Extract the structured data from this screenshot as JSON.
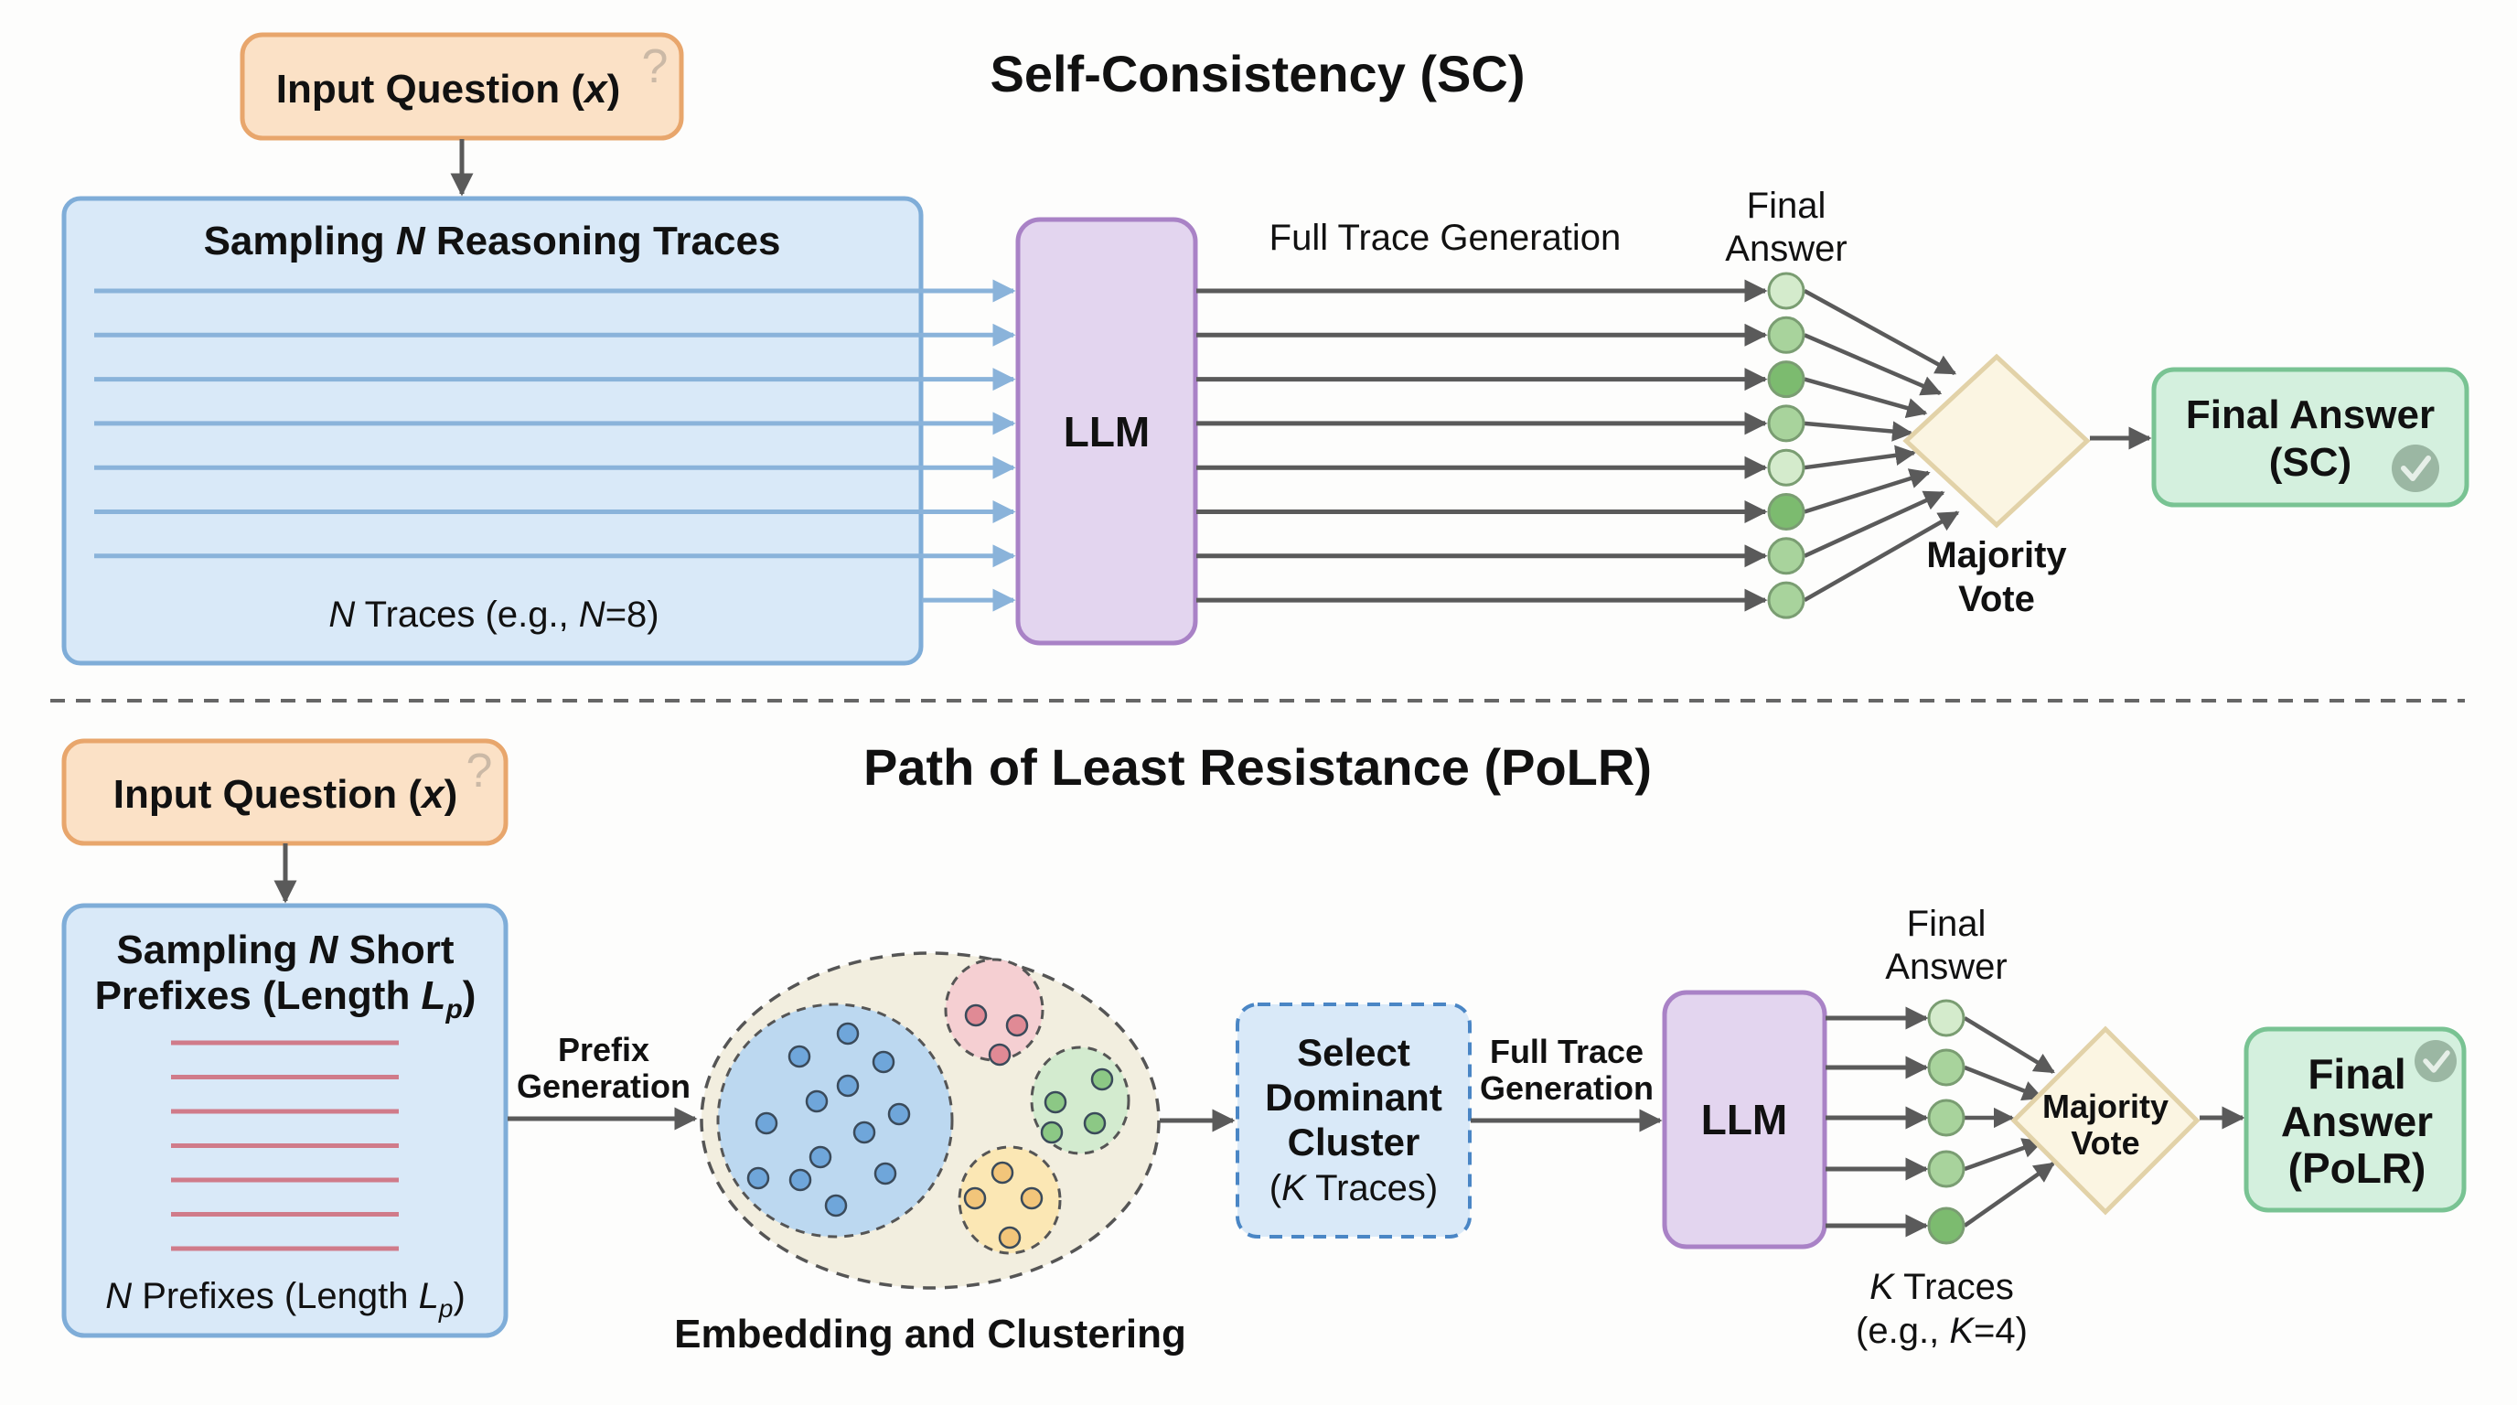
{
  "sc": {
    "title": "Self-Consistency (SC)",
    "input_question": {
      "prefix": "Input Question (",
      "var": "x",
      "suffix": ")",
      "icon": "question-mark-icon"
    },
    "sampling_box": {
      "title_pre": "Sampling ",
      "title_var": "N",
      "title_post": " Reasoning Traces",
      "caption_var": "N",
      "caption_mid": " Traces (e.g., ",
      "caption_var2": "N",
      "caption_post": "=8)",
      "trace_count": 8
    },
    "llm_label": "LLM",
    "generation_label": "Full Trace Generation",
    "final_answer_label": [
      "Final",
      "Answer"
    ],
    "answer_shades": [
      "light",
      "medium",
      "dark",
      "medium",
      "light",
      "dark",
      "medium",
      "medium"
    ],
    "majority_vote_label": [
      "Majority",
      "Vote"
    ],
    "result_box": {
      "lines": [
        "Final Answer",
        "(SC)"
      ],
      "icon": "check-circle-icon"
    }
  },
  "divider": "dashed",
  "polr": {
    "title": "Path of Least Resistance (PoLR)",
    "input_question": {
      "prefix": "Input Question (",
      "var": "x",
      "suffix": ")",
      "icon": "question-mark-icon"
    },
    "sampling_box": {
      "title_line1_pre": "Sampling ",
      "title_line1_var": "N",
      "title_line1_post": " Short",
      "title_line2_pre": "Prefixes (Length ",
      "title_line2_var": "L",
      "title_line2_sub": "p",
      "title_line2_post": ")",
      "caption_var": "N",
      "caption_mid": " Prefixes (Length ",
      "caption_var2": "L",
      "caption_sub": "p",
      "caption_post": ")",
      "prefix_count": 7
    },
    "prefix_generation_label": [
      "Prefix",
      "Generation"
    ],
    "clustering": {
      "label": "Embedding and Clustering",
      "clusters": [
        {
          "name": "blue",
          "fill": "#bcd8f0",
          "dot": "#6fa6da",
          "points": 13
        },
        {
          "name": "red",
          "fill": "#f5cfd2",
          "dot": "#e08a95",
          "points": 3
        },
        {
          "name": "green",
          "fill": "#d3ebcf",
          "dot": "#8cc885",
          "points": 4
        },
        {
          "name": "yellow",
          "fill": "#fbe7b4",
          "dot": "#f2c57a",
          "points": 4
        }
      ]
    },
    "select_box": {
      "lines": [
        "Select",
        "Dominant",
        "Cluster"
      ],
      "k_var": "K",
      "k_post": " Traces)",
      "k_pre": "("
    },
    "generation_label": [
      "Full Trace",
      "Generation"
    ],
    "llm_label": "LLM",
    "final_answer_label": [
      "Final",
      "Answer"
    ],
    "answer_shades": [
      "light",
      "medium",
      "medium",
      "medium",
      "dark"
    ],
    "majority_vote_label": [
      "Majority",
      "Vote"
    ],
    "k_caption": {
      "var": "K",
      "line1_post": " Traces",
      "line2_pre": "(e.g., ",
      "line2_var": "K",
      "line2_post": "=4)"
    },
    "result_box": {
      "lines": [
        "Final",
        "Answer",
        "(PoLR)"
      ],
      "icon": "check-circle-icon"
    }
  },
  "colors": {
    "orange_fill": "#fbe1c6",
    "orange_stroke": "#e8a66c",
    "blue_fill": "#d9e9f8",
    "blue_stroke": "#7fadd8",
    "blue_trace": "#8ab3da",
    "purple_fill": "#e3d5ef",
    "purple_stroke": "#a982c6",
    "green_fill": "#d4f0de",
    "green_stroke": "#79c393",
    "diamond_fill": "#fbf5e2",
    "diamond_stroke": "#e2d2a8",
    "arrow": "#5a5a5a",
    "prefix_line": "#d07b8a",
    "answer_light": "#d4ebcc",
    "answer_medium": "#a8d39c",
    "answer_dark": "#7cbb6f",
    "answer_stroke": "#7a9d72",
    "ellipse_fill": "#f2eedf"
  }
}
